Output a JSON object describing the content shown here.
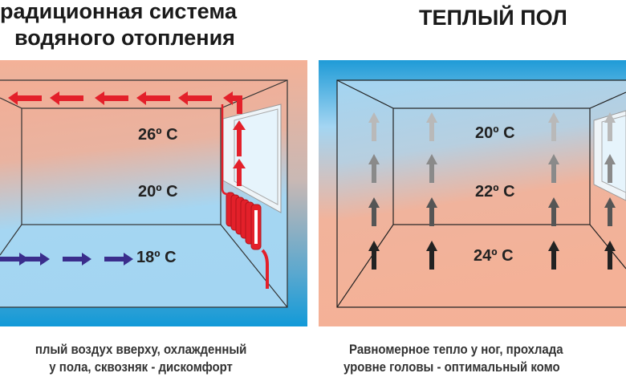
{
  "left": {
    "title_line1": "радиционная система",
    "title_line2": "водяного отопления",
    "temps": [
      "26º C",
      "20º C",
      "18º C"
    ],
    "caption_line1": "плый воздух вверху, охлажденный",
    "caption_line2": "у пола, сквозняк - дискомфорт",
    "colors": {
      "warm": "#f4b197",
      "cool": "#a3d5f2",
      "floor": "#1e9bd7",
      "hot_arrow": "#e3202a",
      "cold_arrow": "#3a2d8c"
    }
  },
  "right": {
    "title": "ТЕПЛЫЙ ПОЛ",
    "temps": [
      "20º C",
      "22º C",
      "24º C"
    ],
    "caption_line1": "Равномерное тепло у ног, прохлада",
    "caption_line2": "уровне головы - оптимальный комо",
    "colors": {
      "top": "#1f9bd7",
      "cool": "#a3d5f2",
      "warm": "#f4b197"
    }
  }
}
